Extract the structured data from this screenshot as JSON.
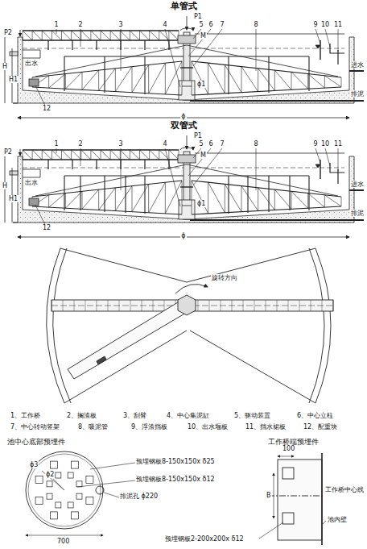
{
  "diagram": {
    "labels": [
      "单管式",
      "P1",
      "P2",
      "M",
      "1",
      "2",
      "3",
      "4",
      "5",
      "6",
      "7",
      "8",
      "9",
      "10",
      "11",
      "出水",
      "进水",
      "排泥",
      "H",
      "H1",
      "ϕ1",
      "12",
      "ϕ",
      "双管式",
      "P1",
      "P2",
      "M",
      "1",
      "2",
      "3",
      "4",
      "5",
      "6",
      "7",
      "8",
      "9",
      "10",
      "11",
      "出水",
      "进水",
      "排泥",
      "H",
      "H1",
      "ϕ1",
      "12",
      "ϕ",
      "旋转方向",
      "1、工作桥",
      "2、搁渣板",
      "3、刮臂",
      "4、中心集泥缸",
      "5、驱动装置",
      "6、中心立柱",
      "7、中心转动竖架",
      "8、吸泥管",
      "9、浮渣挡板",
      "10、出水堰板",
      "11、挡水裙板",
      "12、配重块",
      "池中心底部预埋件",
      "预埋钢板8-150x150x δ25",
      "预埋钢板8-150x150x δ12",
      "ϕ3",
      "ϕ2",
      "排泥孔 ϕ220",
      "700",
      "工作桥端预埋件",
      "100",
      "B",
      "工作桥中心线",
      "池内壁",
      "预埋钢板2-200x200x δ12"
    ]
  }
}
